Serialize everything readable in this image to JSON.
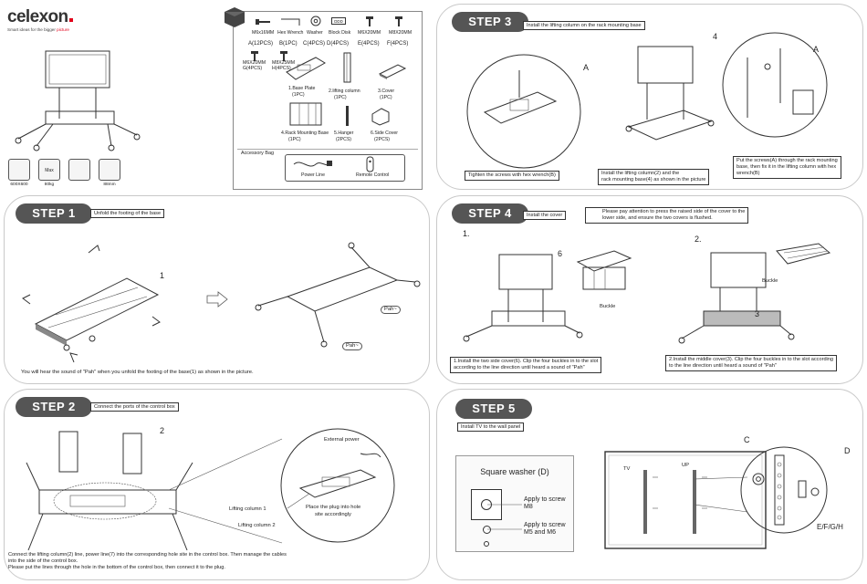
{
  "brand": {
    "name": "celexon",
    "tagline_prefix": "Smart ideas for the bigger ",
    "tagline_highlight": "picture",
    "accent_color": "#e2001a"
  },
  "specs": [
    {
      "label": "600X600"
    },
    {
      "label": "80kg",
      "icon_text": "Max"
    },
    {
      "label": ""
    },
    {
      "label": "88mm"
    }
  ],
  "parts": {
    "hardware": [
      {
        "name": "M6x16MM",
        "code": "A(12PCS)"
      },
      {
        "name": "Hex Wrench",
        "code": "B(1PC)"
      },
      {
        "name": "Washer",
        "code": "C(4PCS)"
      },
      {
        "name": "Block Disk",
        "code": "D(4PCS)",
        "icon_text": "DDD"
      },
      {
        "name": "M6X20MM",
        "code": "E(4PCS)"
      },
      {
        "name": "M8X20MM",
        "code": "F(4PCS)"
      },
      {
        "name": "M6X20MM",
        "code": "G(4PCS)"
      },
      {
        "name": "M8X25MM",
        "code": "H(4PCS)"
      }
    ],
    "components": [
      {
        "line1": "1.Base Plate",
        "line2": "(1PC)"
      },
      {
        "line1": "2.lifting column",
        "line2": "(1PC)"
      },
      {
        "line1": "3.Cover",
        "line2": "(1PC)"
      },
      {
        "line1": "4.Rack Mounting Base",
        "line2": "(1PC)"
      },
      {
        "line1": "5.Hanger",
        "line2": "(2PCS)"
      },
      {
        "line1": "6.Side Cover",
        "line2": "(2PCS)"
      }
    ],
    "accessory_title": "Accessory Bag",
    "accessories": [
      "Power Line",
      "Remote Control"
    ]
  },
  "step1": {
    "title": "STEP 1",
    "instruction": "Unfold the footing of the base",
    "callout": "1",
    "sounds": [
      "Pah~",
      "Pah~"
    ],
    "caption": "You will hear the sound of \"Pah\" when you unfold the footing of the base(1) as shown in the picture."
  },
  "step2": {
    "title": "STEP 2",
    "instruction": "Connect the ports of the control box",
    "callout": "2",
    "external_power": "External power",
    "plug_note_line1": "Place the plug into hole",
    "plug_note_line2": "site accordingly",
    "lifting1": "Lifting column 1",
    "lifting2": "Lifting column 2",
    "caption_line1": "Connect the lifting column(2) line, power line(7) into the corresponding hole site in the control box. Then manage the cables",
    "caption_line2": "into the side of the control box.",
    "caption_line3": "Please put the lines through the hole in the bottom of the control box, then connect it to the plug."
  },
  "step3": {
    "title": "STEP 3",
    "instruction": "Install the lifting column on the rack mounting base",
    "callout_a1": "A",
    "callout_4": "4",
    "callout_a2": "A",
    "caption_left": "Tighten the screws with hex wrench(B)",
    "caption_mid_line1": "Install the lifting column(2) and the",
    "caption_mid_line2": "rack mounting base(4) as shown in the picture",
    "caption_right_line1": "Put the screws(A) through the rack mounting",
    "caption_right_line2": "base, then fix it in the lifting column with hex",
    "caption_right_line3": "wrench(B)"
  },
  "step4": {
    "title": "STEP 4",
    "instruction": "Install the cover",
    "warning_line1": "Please pay attention to press the raised side of the cover to the",
    "warning_line2": "lower side, and ensure the two covers is flushed.",
    "sub1": "1.",
    "sub2": "2.",
    "callout_6": "6",
    "callout_3": "3",
    "buckle1": "Buckle",
    "buckle2": "Buckle",
    "caption_left_line1": "1.Install the two side cover(6). Clip the four buckles in to the slot",
    "caption_left_line2": "according to the line direction until heard a sound of \"Pah\"",
    "caption_right_line1": "2.Install the middle cover(3). Clip the four buckles in to the slot according",
    "caption_right_line2": "to the line direction until heard a sound of \"Pah\""
  },
  "step5": {
    "title": "STEP 5",
    "instruction": "Install TV to the wall panel",
    "washer_title": "Square washer (D)",
    "washer_m8_line1": "Apply to screw",
    "washer_m8_line2": "M8",
    "washer_m56_line1": "Apply to screw",
    "washer_m56_line2": "M5 and M6",
    "label_tv": "TV",
    "label_up": "UP",
    "callout_c": "C",
    "callout_d": "D",
    "callout_efgh": "E/F/G/H"
  }
}
